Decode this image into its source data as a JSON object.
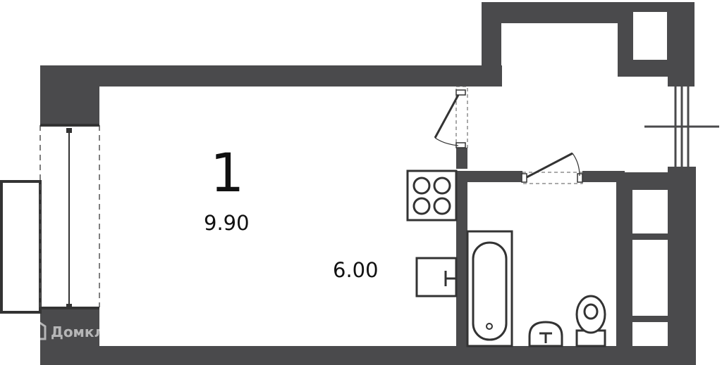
{
  "rooms": {
    "main_room_number": "1",
    "main_room_area": "9.90",
    "kitchen_area": "6.00"
  },
  "watermark": {
    "text": "Домклик",
    "icon": "domclick-logo-icon"
  },
  "colors": {
    "wall": "#4a4a4c",
    "background": "#ffffff",
    "line": "#333333",
    "dashed": "#555555"
  }
}
